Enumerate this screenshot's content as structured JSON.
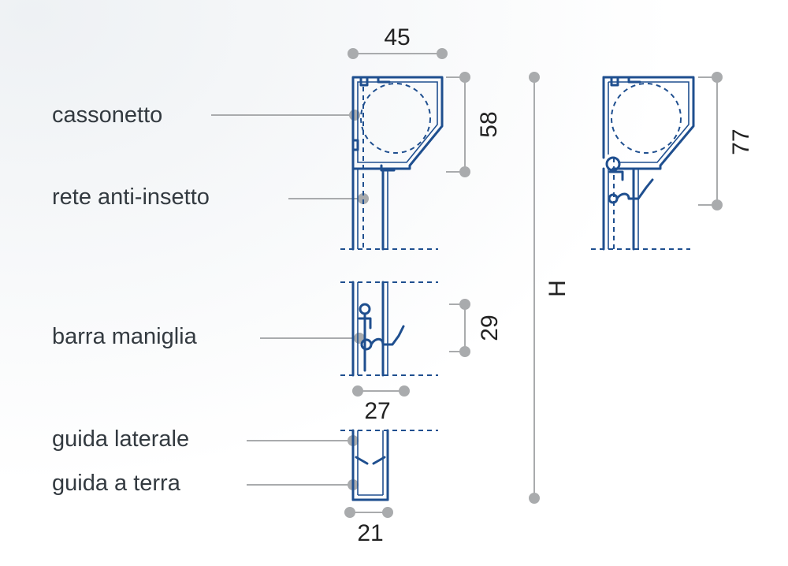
{
  "labels": {
    "cassonetto": "cassonetto",
    "rete": "rete anti-insetto",
    "barra": "barra maniglia",
    "guida_laterale": "guida laterale",
    "guida_terra": "guida a terra"
  },
  "dimensions": {
    "box_width": "45",
    "box_height": "58",
    "box_height_alt": "77",
    "handle_height": "29",
    "handle_width": "27",
    "guide_width": "21",
    "overall_height": "H"
  },
  "colors": {
    "profile": "#1f4f8f",
    "leader": "#a9abad",
    "text": "#333a40"
  }
}
